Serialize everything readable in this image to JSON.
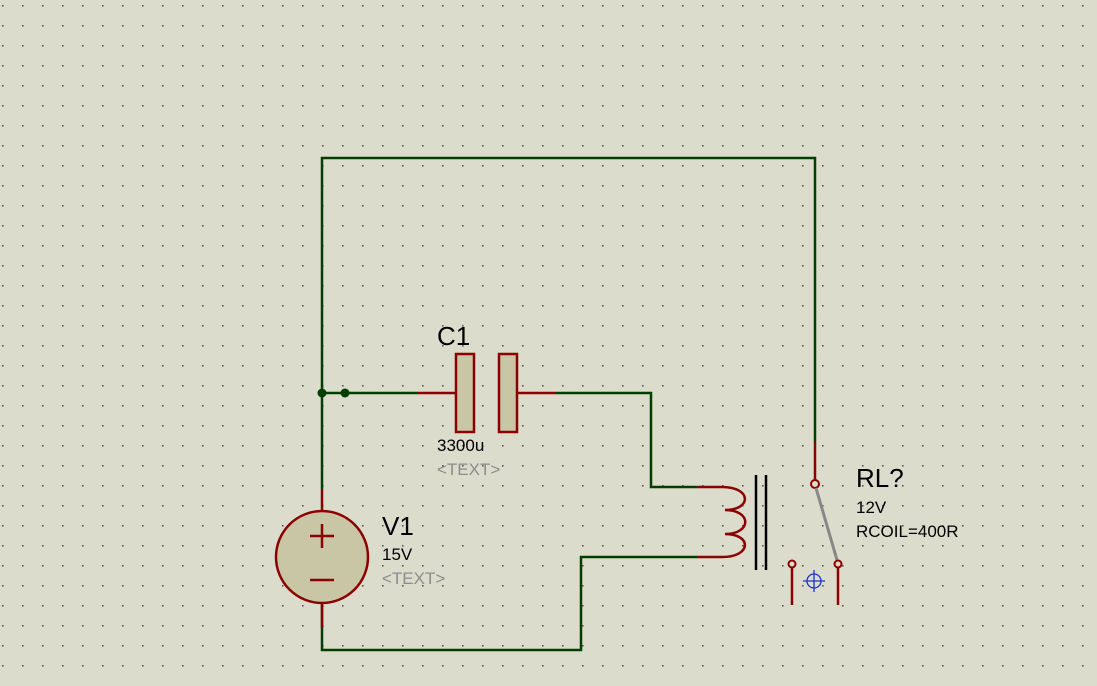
{
  "schematic": {
    "capacitor": {
      "ref": "C1",
      "value": "3300u",
      "text": "<TEXT>"
    },
    "source": {
      "ref": "V1",
      "value": "15V",
      "text": "<TEXT>",
      "plus": "+",
      "minus": "−"
    },
    "relay": {
      "ref": "RL?",
      "value": "12V",
      "param": "RCOIL=400R"
    }
  },
  "colors": {
    "background": "#dcdccc",
    "grid_dot": "#5a5a5a",
    "wire": "#003f00",
    "pin": "#8b0000",
    "body_fill": "#c9c6a6",
    "switch_arm": "#888888",
    "cursor": "#1a33cc"
  },
  "icons": {
    "cursor": "crosshair-origin-icon"
  }
}
